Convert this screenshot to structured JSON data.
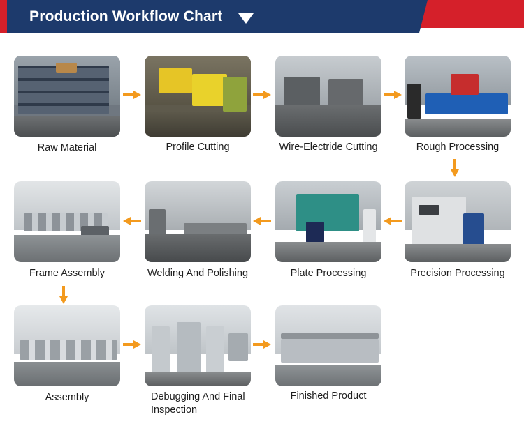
{
  "header": {
    "title": "Production Workflow Chart"
  },
  "colors": {
    "navy": "#1d3a6c",
    "red": "#d5202a",
    "arrow": "#f39a1e"
  },
  "steps": [
    {
      "label": "Raw Material"
    },
    {
      "label": "Profile Cutting"
    },
    {
      "label": "Wire-Electride Cutting"
    },
    {
      "label": "Rough Processing"
    },
    {
      "label": "Precision Processing"
    },
    {
      "label": "Plate Processing"
    },
    {
      "label": "Welding And Polishing"
    },
    {
      "label": "Frame Assembly"
    },
    {
      "label": "Assembly"
    },
    {
      "label": "Debugging And Final",
      "label_line2": "Inspection"
    },
    {
      "label": "Finished Product"
    }
  ]
}
